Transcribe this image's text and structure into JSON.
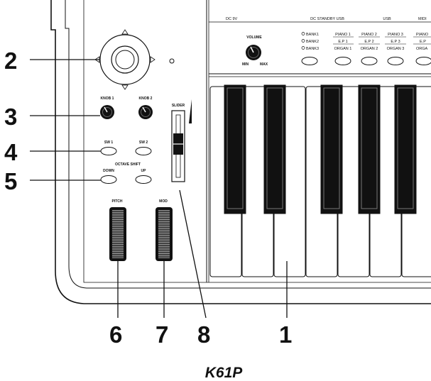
{
  "model_caption": "K61P",
  "callouts": {
    "c1": "1",
    "c2": "2",
    "c3": "3",
    "c4": "4",
    "c5": "5",
    "c6": "6",
    "c7": "7",
    "c8": "8"
  },
  "panel_labels": {
    "volume": "VOLUME",
    "min": "MIN",
    "max": "MAX",
    "knob1": "KNOB 1",
    "knob2": "KNOB 2",
    "sw1": "SW 1",
    "sw2": "SW 2",
    "octave_shift": "OCTAVE SHIFT",
    "down": "DOWN",
    "up": "UP",
    "slider": "SLIDER",
    "pitch": "PITCH",
    "mod": "MOD"
  },
  "rear_labels": {
    "dc9v": "DC 9V",
    "dcstandby": "DC STANDBY USB",
    "usb": "USB",
    "midi": "MIDI"
  },
  "bank_labels": {
    "bank1": "BANK1",
    "bank2": "BANK2",
    "bank3": "BANK3"
  },
  "sound_columns": [
    {
      "top": "PIANO 1",
      "mid": "E.P 1",
      "bot": "ORGAN 1"
    },
    {
      "top": "PIANO 2",
      "mid": "E.P 2",
      "bot": "ORGAN 2"
    },
    {
      "top": "PIANO 3",
      "mid": "E.P 3",
      "bot": "ORGAN 3"
    },
    {
      "top": "PIANO",
      "mid": "E.P",
      "bot": "ORGA"
    }
  ]
}
